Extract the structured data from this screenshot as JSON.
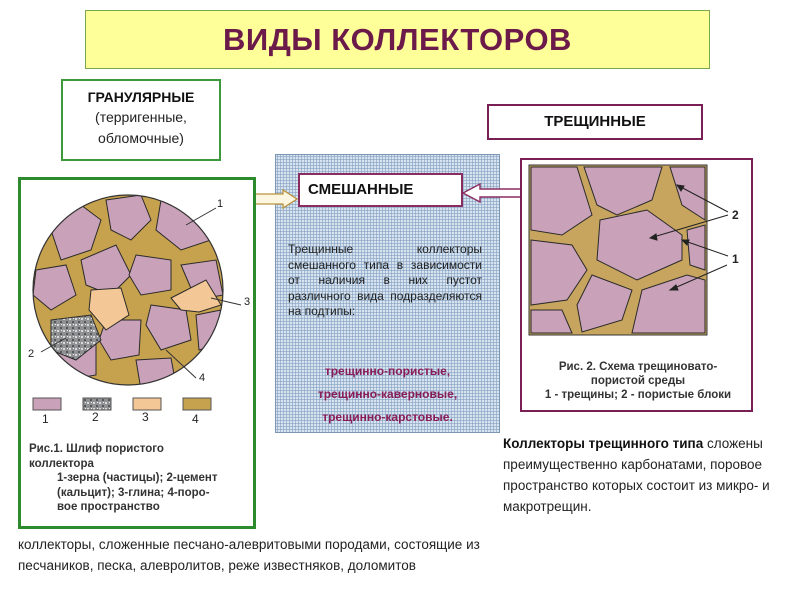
{
  "title": "ВИДЫ КОЛЛЕКТОРОВ",
  "granular": {
    "title": "ГРАНУЛЯРНЫЕ",
    "subtitle": "(терригенные, обломочные)",
    "figure": {
      "callouts": [
        "1",
        "2",
        "3",
        "4"
      ],
      "legend": [
        "1",
        "2",
        "3",
        "4"
      ],
      "caption_lines": [
        "Рис.1. Шлиф пористого",
        "коллектора",
        "1-зерна (частицы); 2-цемент",
        "(кальцит); 3-глина; 4-поро-",
        "вое пространство"
      ]
    },
    "description": "коллекторы, сложенные песчано-алевритовыми породами, состоящие из песчаников, песка, алевролитов, реже известняков, доломитов"
  },
  "mixed": {
    "title": "СМЕШАННЫЕ",
    "text": "Трещинные коллекторы смешанного типа в зависимости от наличия в них пустот различного вида подразделяются на подтипы:",
    "subtypes": [
      "трещинно-пористые,",
      "трещинно-каверновые,",
      "трещинно-карстовые."
    ]
  },
  "fracture": {
    "title": "ТРЕЩИННЫЕ",
    "figure": {
      "callouts": [
        "2",
        "1"
      ],
      "caption_lines": [
        "Рис. 2. Схема трещиновато-",
        "пористой среды",
        "1 - трещины; 2 - пористые блоки"
      ]
    },
    "description_bold": "Коллекторы трещинного типа",
    "description": "сложены преимущественно карбонатами, поровое пространство которых состоит из микро- и макротрещин."
  },
  "colors": {
    "title_bg": "#ffff99",
    "title_text": "#6b1a4a",
    "grain": "#c9a2b9",
    "cement": "#8a8c8e",
    "clay": "#f4c896",
    "pore": "#c7a24e",
    "fracture": "#c9a65b",
    "subtype_text": "#8a1c57"
  }
}
